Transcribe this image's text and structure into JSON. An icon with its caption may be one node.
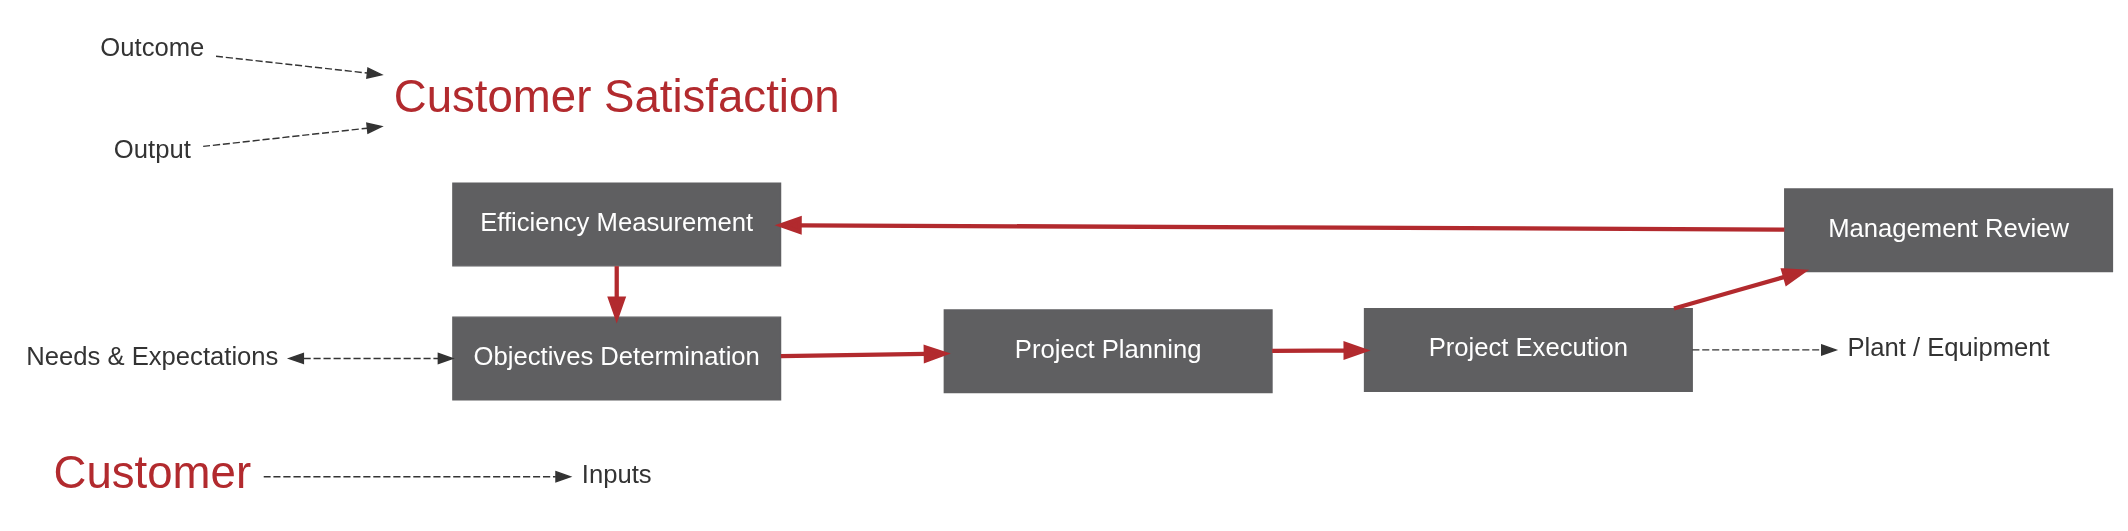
{
  "diagram": {
    "nodes": [
      {
        "text": [
          "Customer"
        ]
      },
      {
        "text": [
          "Needs & Expectations"
        ]
      },
      {
        "text": [
          "Objectives Determination"
        ]
      },
      {
        "text": [
          "Efficiency Measurement"
        ]
      },
      {
        "text": [
          "Project Planning"
        ]
      },
      {
        "text": [
          "Management Review"
        ]
      },
      {
        "text": [
          "Inputs"
        ]
      },
      {
        "text": [
          "Project Execution"
        ]
      },
      {
        "text": [
          "Customer Satisfaction"
        ]
      },
      {
        "text": [
          "Outcome"
        ]
      },
      {
        "text": [
          "Plant / Equipment"
        ]
      },
      {
        "text": [
          "Output"
        ]
      }
    ],
    "edges": [
      {
        "from": 0,
        "to": 6,
        "arrow": "to",
        "style": "dashed"
      },
      {
        "from": 1,
        "to": 2,
        "arrow": "both",
        "style": "dashed"
      },
      {
        "from": 2,
        "to": 4,
        "arrow": "to",
        "color": "#b22a2e"
      },
      {
        "from": 4,
        "to": 7,
        "arrow": "to",
        "color": "#b22a2e"
      },
      {
        "from": 7,
        "to": 5,
        "arrow": "to",
        "color": "#b22a2e"
      },
      {
        "from": 5,
        "to": 3,
        "arrow": "to",
        "color": "#b22a2e"
      },
      {
        "from": 3,
        "to": 2,
        "arrow": "to",
        "color": "#b22a2e"
      },
      {
        "from": 9,
        "to": 8,
        "arrow": "to",
        "style": "dashed"
      },
      {
        "from": 11,
        "to": 8,
        "arrow": "to",
        "style": "dashed"
      },
      {
        "from": 7,
        "to": 10,
        "arrow": "to",
        "style": "dashed"
      }
    ]
  }
}
